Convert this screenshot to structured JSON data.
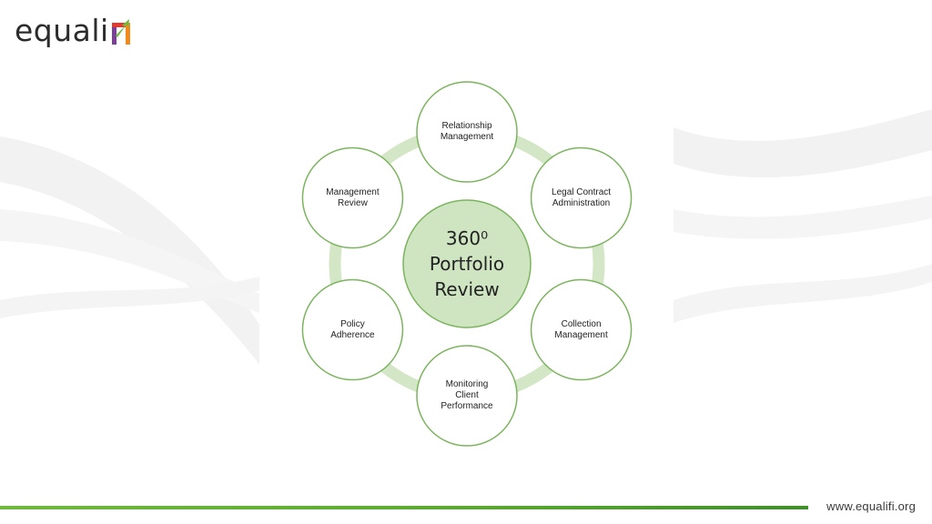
{
  "brand": {
    "logo_text": "equali",
    "logo_icon": "pi-arrow-logo-icon",
    "colors": {
      "orange": "#f08a1c",
      "green": "#6fba3c",
      "purple": "#7b3f98",
      "red": "#e23a2e"
    }
  },
  "diagram": {
    "center": "360⁰\nPortfolio\nReview",
    "nodes": [
      {
        "label": "Relationship\nManagement"
      },
      {
        "label": "Legal Contract\nAdministration"
      },
      {
        "label": "Collection\nManagement"
      },
      {
        "label": "Monitoring\nClient\nPerformance"
      },
      {
        "label": "Policy\nAdherence"
      },
      {
        "label": "Management\nReview"
      }
    ],
    "colors": {
      "ring": "#d3e6c5",
      "node_border": "#7ab55c",
      "center_fill": "#cfe5c2",
      "center_border": "#7ab55c"
    }
  },
  "footer": {
    "url": "www.equalifi.org"
  }
}
